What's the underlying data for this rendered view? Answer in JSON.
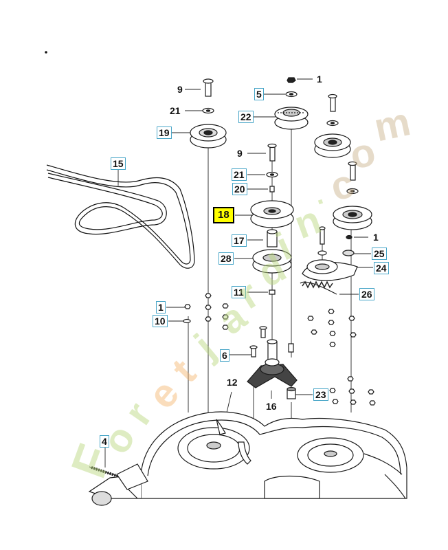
{
  "diagram": {
    "highlight_color": "#ffff00",
    "callout_box_color": "#49a6c8",
    "callouts": [
      {
        "id": "c9a",
        "text": "9",
        "boxed": false
      },
      {
        "id": "c21a",
        "text": "21",
        "boxed": false
      },
      {
        "id": "c19",
        "text": "19",
        "boxed": true
      },
      {
        "id": "c5",
        "text": "5",
        "boxed": true
      },
      {
        "id": "c22",
        "text": "22",
        "boxed": true
      },
      {
        "id": "c1a",
        "text": "1",
        "boxed": false
      },
      {
        "id": "c15",
        "text": "15",
        "boxed": true
      },
      {
        "id": "c9b",
        "text": "9",
        "boxed": false
      },
      {
        "id": "c21b",
        "text": "21",
        "boxed": true
      },
      {
        "id": "c20",
        "text": "20",
        "boxed": true
      },
      {
        "id": "c18",
        "text": "18",
        "boxed": true,
        "highlight": true
      },
      {
        "id": "c17",
        "text": "17",
        "boxed": true
      },
      {
        "id": "c28",
        "text": "28",
        "boxed": true
      },
      {
        "id": "c1b",
        "text": "1",
        "boxed": false
      },
      {
        "id": "c25",
        "text": "25",
        "boxed": true
      },
      {
        "id": "c24",
        "text": "24",
        "boxed": true
      },
      {
        "id": "c11",
        "text": "11",
        "boxed": true
      },
      {
        "id": "c26",
        "text": "26",
        "boxed": true
      },
      {
        "id": "c1c",
        "text": "1",
        "boxed": true
      },
      {
        "id": "c10",
        "text": "10",
        "boxed": true
      },
      {
        "id": "c6",
        "text": "6",
        "boxed": true
      },
      {
        "id": "c12",
        "text": "12",
        "boxed": false
      },
      {
        "id": "c23",
        "text": "23",
        "boxed": true
      },
      {
        "id": "c16",
        "text": "16",
        "boxed": false
      },
      {
        "id": "c4",
        "text": "4",
        "boxed": true
      }
    ]
  },
  "watermark": {
    "letters": [
      "F",
      "o",
      "r",
      "e",
      "t",
      "j",
      "a",
      "r",
      "d",
      "i",
      "n",
      ".",
      "c",
      "o",
      "m"
    ],
    "colors": [
      "#b7d77a",
      "#b7d77a",
      "#b7d77a",
      "#f4b46c",
      "#f4b46c",
      "#b7d77a",
      "#b7d77a",
      "#b7d77a",
      "#b7d77a",
      "#b7d77a",
      "#b7d77a",
      "#b7d77a",
      "#c9b08a",
      "#c9b08a",
      "#c9b08a"
    ]
  }
}
